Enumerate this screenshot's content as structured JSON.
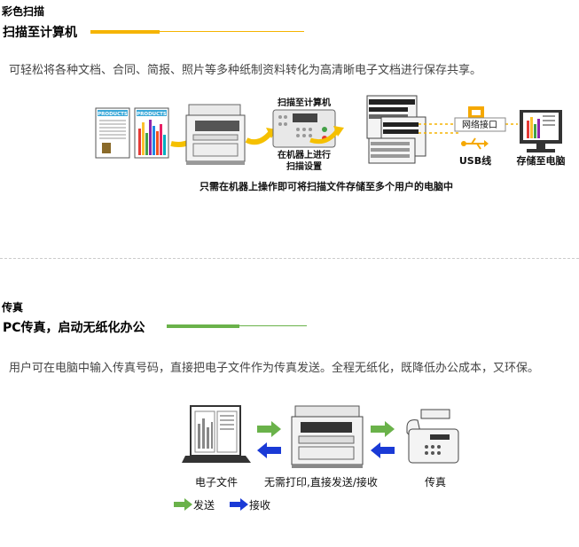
{
  "scan": {
    "section_title": "彩色扫描",
    "subtitle": "扫描至计算机",
    "accent_color": "#f5b400",
    "description": "可轻松将各种文档、合同、简报、照片等多种纸制资料转化为高清晰电子文档进行保存共享。",
    "diagram": {
      "doc_label": "PRODUCTS",
      "panel_title": "扫描至计算机",
      "panel_caption_line1": "在机器上进行",
      "panel_caption_line2": "扫描设置",
      "network_label": "网络接口",
      "usb_label": "USB线",
      "pc_label": "存储至电脑",
      "bottom_caption": "只需在机器上操作即可将扫描文件存储至多个用户的电脑中"
    }
  },
  "fax": {
    "section_title": "传真",
    "subtitle": "PC传真，启动无纸化办公",
    "accent_color": "#6ab24a",
    "description": "用户可在电脑中输入传真号码，直接把电子文件作为传真发送。全程无纸化，既降低办公成本，又环保。",
    "diagram": {
      "pc_label": "电子文件",
      "printer_label": "无需打印,直接发送/接收",
      "fax_label": "传真",
      "legend_send": "发送",
      "legend_receive": "接收"
    }
  },
  "icons": [
    "monitor-icon",
    "printer-icon",
    "fax-machine-icon",
    "network-port-icon",
    "usb-icon",
    "arrow-icon"
  ]
}
